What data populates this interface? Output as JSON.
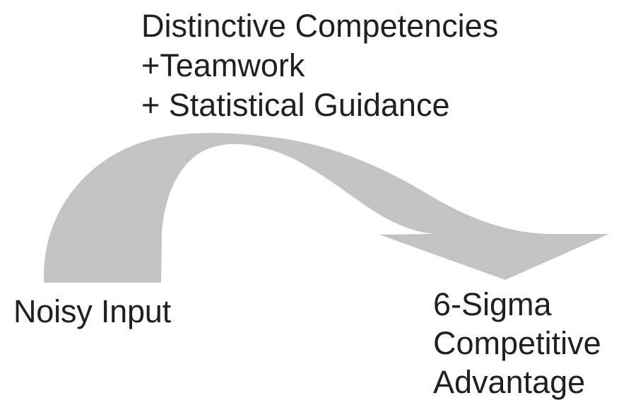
{
  "diagram": {
    "title_lines": [
      "Distinctive Competencies",
      "+Teamwork",
      "+ Statistical Guidance"
    ],
    "source_label": "Noisy Input",
    "outcome_lines": [
      "6-Sigma",
      "Competitive",
      "Advantage"
    ],
    "arrow": {
      "name": "curved-transformation-arrow",
      "direction": "left-to-right, curving up then down",
      "fill_color": "#c3c3c3"
    },
    "colors": {
      "background": "#ffffff",
      "text": "#231f20",
      "arrow_gray": "#c3c3c3"
    }
  }
}
